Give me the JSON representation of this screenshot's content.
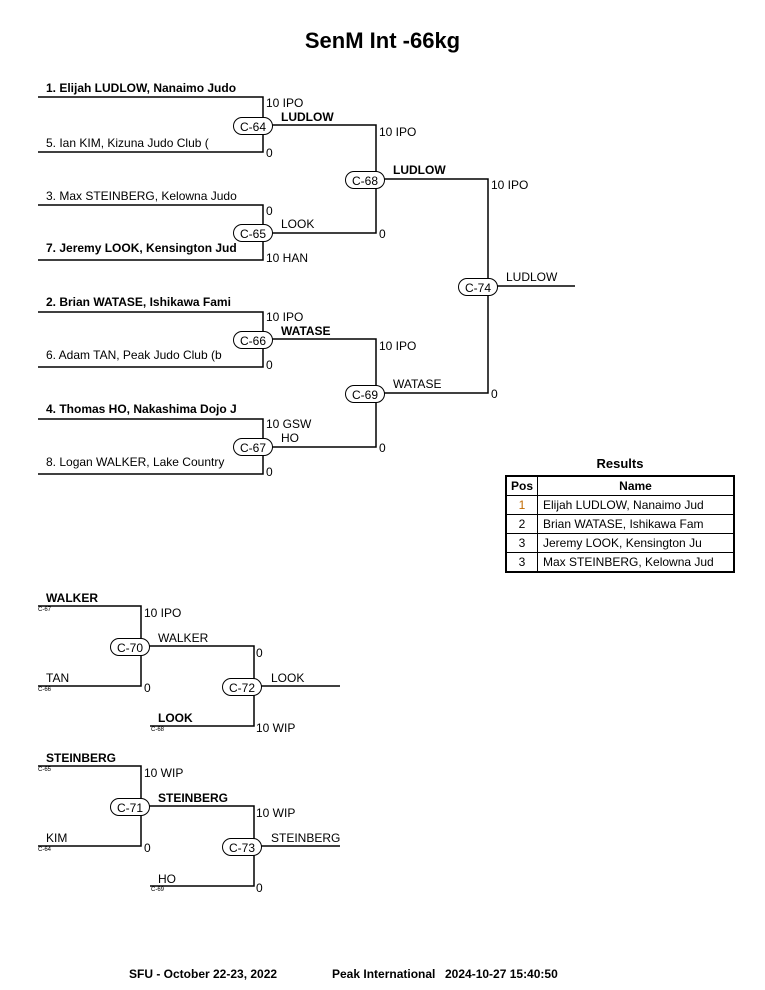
{
  "title": "SenM Int -66kg",
  "main_bracket": {
    "competitors": [
      "1. Elijah LUDLOW, Nanaimo Judo",
      "5. Ian KIM, Kizuna Judo Club (",
      "3. Max STEINBERG, Kelowna Judo",
      "7. Jeremy LOOK, Kensington Jud",
      "2. Brian WATASE, Ishikawa Fami",
      "6. Adam TAN, Peak Judo Club (b",
      "4. Thomas HO, Nakashima Dojo J",
      "8. Logan WALKER, Lake Country"
    ],
    "contests": {
      "c64": {
        "id": "C-64",
        "top_score": "10 IPO",
        "bottom_score": "0",
        "winner": "LUDLOW"
      },
      "c65": {
        "id": "C-65",
        "top_score": "0",
        "bottom_score": "10 HAN",
        "winner": "LOOK"
      },
      "c66": {
        "id": "C-66",
        "top_score": "10 IPO",
        "bottom_score": "0",
        "winner": "WATASE"
      },
      "c67": {
        "id": "C-67",
        "top_score": "10 GSW",
        "bottom_score": "0",
        "winner": "HO"
      },
      "c68": {
        "id": "C-68",
        "top_score": "10 IPO",
        "bottom_score": "0",
        "winner": "LUDLOW"
      },
      "c69": {
        "id": "C-69",
        "top_score": "10 IPO",
        "bottom_score": "0",
        "winner": "WATASE"
      },
      "c74": {
        "id": "C-74",
        "top_score": "10 IPO",
        "bottom_score": "0",
        "winner": "LUDLOW"
      }
    }
  },
  "repechage": {
    "c70": {
      "id": "C-70",
      "top_name": "WALKER",
      "top_from": "C-67",
      "top_score": "10 IPO",
      "bottom_name": "TAN",
      "bottom_from": "C-66",
      "bottom_score": "0",
      "winner": "WALKER"
    },
    "c72": {
      "id": "C-72",
      "top_score": "0",
      "bottom_name": "LOOK",
      "bottom_from": "C-68",
      "bottom_score": "10 WIP",
      "winner": "LOOK"
    },
    "c71": {
      "id": "C-71",
      "top_name": "STEINBERG",
      "top_from": "C-65",
      "top_score": "10 WIP",
      "bottom_name": "KIM",
      "bottom_from": "C-64",
      "bottom_score": "0",
      "winner": "STEINBERG"
    },
    "c73": {
      "id": "C-73",
      "top_score": "10 WIP",
      "bottom_name": "HO",
      "bottom_from": "C-69",
      "bottom_score": "0",
      "winner": "STEINBERG"
    }
  },
  "results": {
    "title": "Results",
    "headers": [
      "Pos",
      "Name"
    ],
    "rows": [
      {
        "pos": "1",
        "name": "Elijah LUDLOW, Nanaimo Jud"
      },
      {
        "pos": "2",
        "name": "Brian WATASE, Ishikawa Fam"
      },
      {
        "pos": "3",
        "name": "Jeremy LOOK, Kensington Ju"
      },
      {
        "pos": "3",
        "name": "Max STEINBERG, Kelowna Jud"
      }
    ]
  },
  "footer": {
    "venue": "SFU - October 22-23, 2022",
    "event": "Peak International",
    "timestamp": "2024-10-27 15:40:50"
  }
}
